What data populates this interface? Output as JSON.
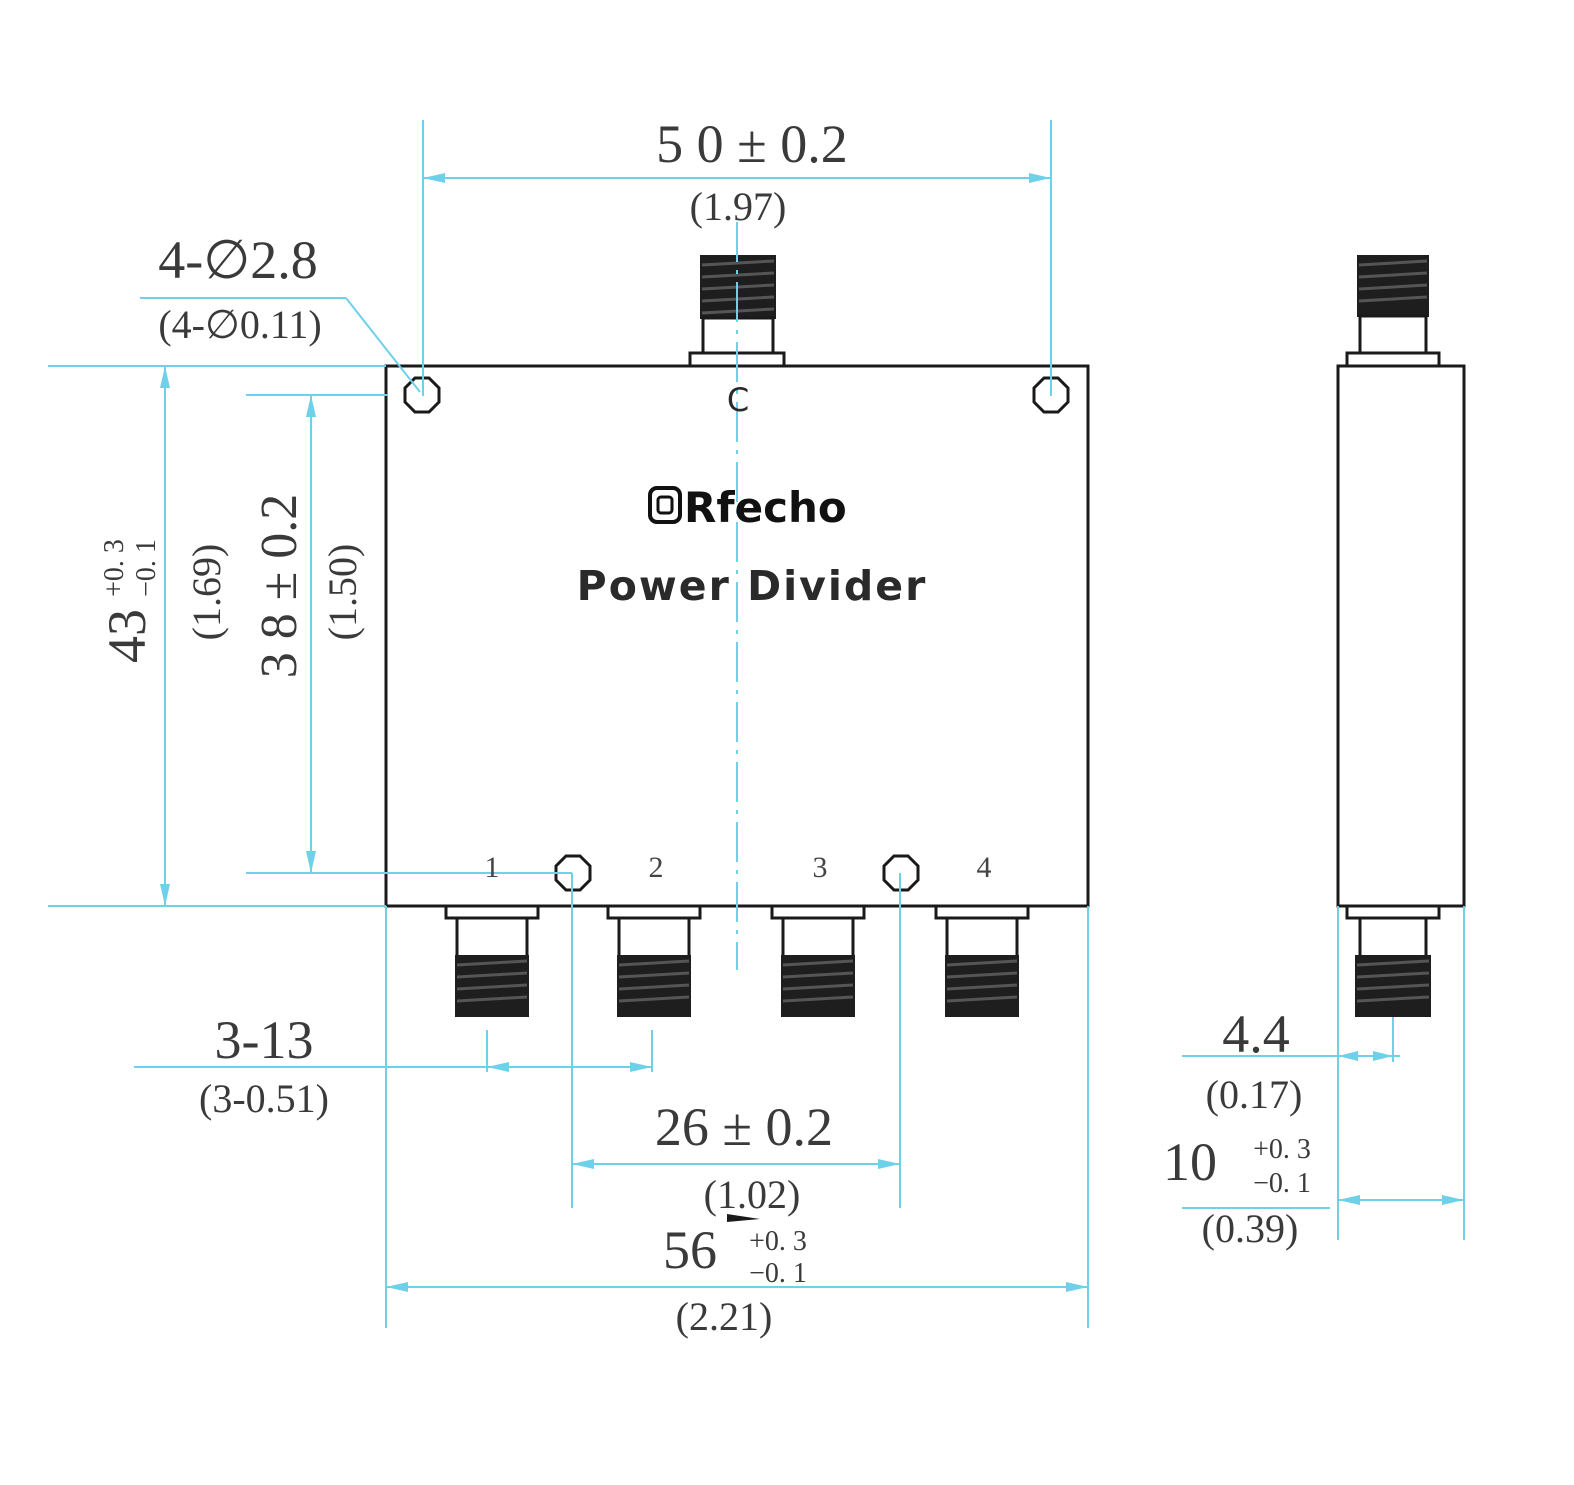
{
  "brand": "Rfecho",
  "product_title": "Power Divider",
  "common_port_label": "C",
  "ports": [
    "1",
    "2",
    "3",
    "4"
  ],
  "dimensions": {
    "width_holes": {
      "value": "5 0 ± 0.2",
      "inch": "(1.97)"
    },
    "holes": {
      "value": "4-∅2.8",
      "inch": "(4-∅0.11)"
    },
    "height_body": {
      "value": "43",
      "tol_plus": "+0. 3",
      "tol_minus": "−0. 1",
      "inch": "(1.69)"
    },
    "height_holes": {
      "value": "3 8 ± 0.2",
      "inch": "(1.50)"
    },
    "port_pitch": {
      "value": "3-13",
      "inch": "(3-0.51)"
    },
    "hole_spacing_bottom": {
      "value": "26 ± 0.2",
      "inch": "(1.02)"
    },
    "width_body": {
      "value": "56",
      "tol_plus": "+0. 3",
      "tol_minus": "−0. 1",
      "inch": "(2.21)"
    },
    "side_connector": {
      "value": "4.4",
      "inch": "(0.17)"
    },
    "thickness": {
      "value": "10",
      "tol_plus": "+0. 3",
      "tol_minus": "−0. 1",
      "inch": "(0.39)"
    }
  },
  "colors": {
    "dimension_line": "#6fd0ea",
    "outline": "#1a1a1a",
    "thread": "#1e1e1e"
  }
}
